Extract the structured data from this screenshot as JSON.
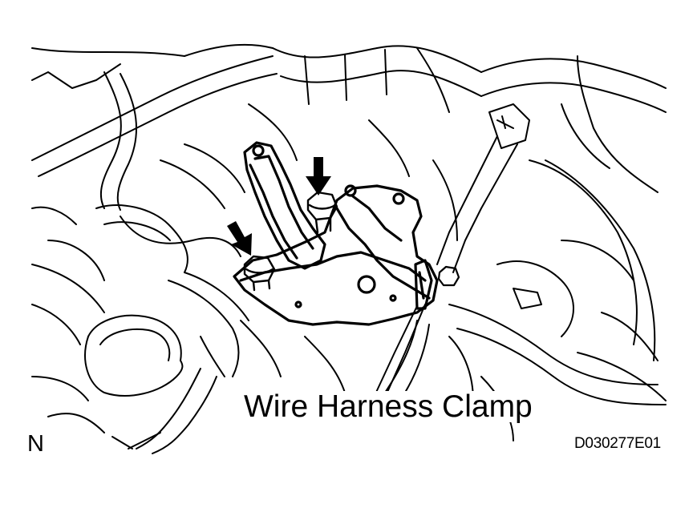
{
  "figure": {
    "callout_label": "Wire Harness Clamp",
    "view_label": "N",
    "reference_code": "D030277E01"
  },
  "colors": {
    "line": "#000000",
    "background": "#ffffff"
  },
  "icons": {
    "arrow": "down-arrow-icon",
    "bolt": "bolt-icon"
  }
}
